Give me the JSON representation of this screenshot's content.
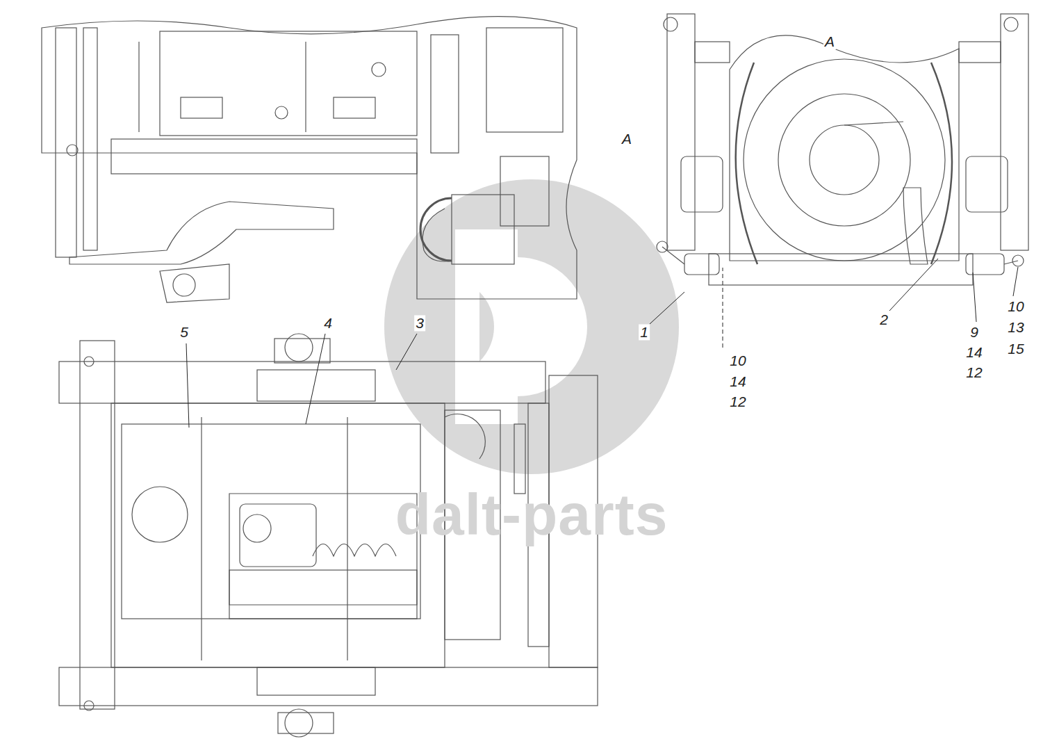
{
  "diagram": {
    "labels": [
      "A",
      "A",
      "5",
      "4",
      "3",
      "1",
      "2",
      "10",
      "14",
      "12",
      "9",
      "14",
      "12",
      "10",
      "13",
      "15",
      "dalt-parts"
    ]
  }
}
